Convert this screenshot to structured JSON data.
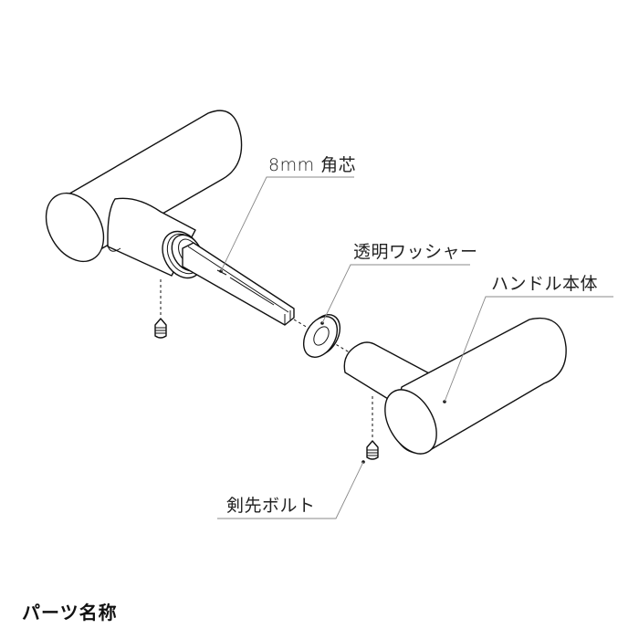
{
  "diagram": {
    "type": "exploded-parts-diagram",
    "subject": "Door lever handle set",
    "parts": [
      {
        "id": "spindle",
        "label": "8mm 角芯"
      },
      {
        "id": "washer",
        "label": "透明ワッシャー"
      },
      {
        "id": "handle-body",
        "label": "ハンドル本体"
      },
      {
        "id": "set-screw",
        "label": "剣先ボルト"
      }
    ]
  },
  "labels": {
    "spindle": "8mm 角芯",
    "washer": "透明ワッシャー",
    "handle_body": "ハンドル本体",
    "set_screw": "剣先ボルト"
  },
  "section": {
    "title": "パーツ名称"
  },
  "colors": {
    "line": "#111111",
    "leader": "#888888",
    "background": "#ffffff"
  }
}
